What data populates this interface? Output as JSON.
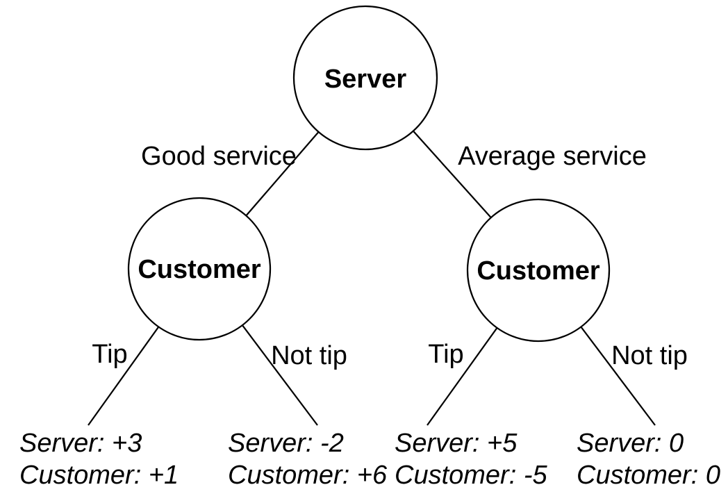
{
  "colors": {
    "background": "#ffffff",
    "stroke": "#000000",
    "text": "#000000"
  },
  "tree": {
    "nodes": [
      {
        "id": "server-root",
        "label": "Server"
      },
      {
        "id": "customer-left",
        "label": "Customer"
      },
      {
        "id": "customer-right",
        "label": "Customer"
      }
    ],
    "edges": [
      {
        "from": "server-root",
        "to": "customer-left",
        "label": "Good service"
      },
      {
        "from": "server-root",
        "to": "customer-right",
        "label": "Average service"
      },
      {
        "from": "customer-left",
        "to": "leaf-1",
        "label": "Tip"
      },
      {
        "from": "customer-left",
        "to": "leaf-2",
        "label": "Not tip"
      },
      {
        "from": "customer-right",
        "to": "leaf-3",
        "label": "Tip"
      },
      {
        "from": "customer-right",
        "to": "leaf-4",
        "label": "Not tip"
      }
    ],
    "leaves": [
      {
        "server_payoff": "Server: +3",
        "customer_payoff": "Customer: +1"
      },
      {
        "server_payoff": "Server: -2",
        "customer_payoff": "Customer: +6"
      },
      {
        "server_payoff": "Server: +5",
        "customer_payoff": "Customer: -5"
      },
      {
        "server_payoff": "Server: 0",
        "customer_payoff": "Customer: 0"
      }
    ]
  }
}
